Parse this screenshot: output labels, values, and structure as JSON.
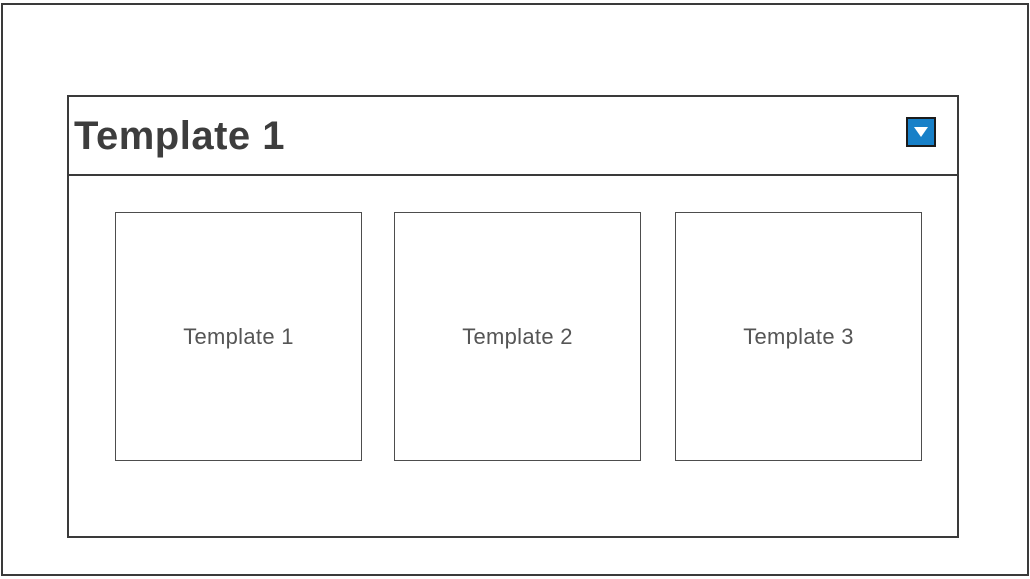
{
  "panel": {
    "title": "Template 1",
    "dropdown": {
      "icon": "caret-down"
    },
    "cards": [
      {
        "label": "Template 1"
      },
      {
        "label": "Template 2"
      },
      {
        "label": "Template 3"
      }
    ]
  },
  "colors": {
    "accent_blue": "#1780c8",
    "frame_border": "#3a3a3a",
    "card_border": "#4d4d4d",
    "card_text": "#555555",
    "title_text": "#3d3d3d"
  }
}
